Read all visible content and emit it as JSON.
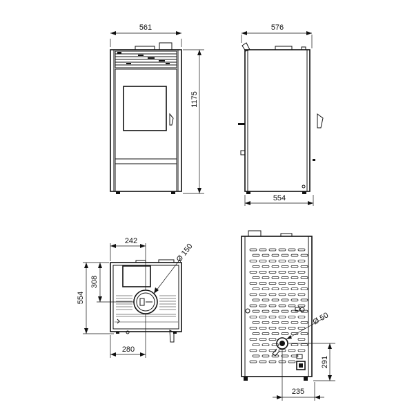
{
  "drawing": {
    "front_view": {
      "width_label": "561",
      "height_label": "1175"
    },
    "side_view": {
      "depth_top_label": "576",
      "depth_bottom_label": "554"
    },
    "top_view": {
      "offset_x_label": "242",
      "offset_y_label": "308",
      "depth_label": "554",
      "flue_x_label": "280",
      "flue_diameter_label": "Ø 150"
    },
    "rear_view": {
      "air_inlet_diameter_label": "Ø 50",
      "inlet_height_label": "291",
      "inlet_offset_label": "235"
    }
  }
}
